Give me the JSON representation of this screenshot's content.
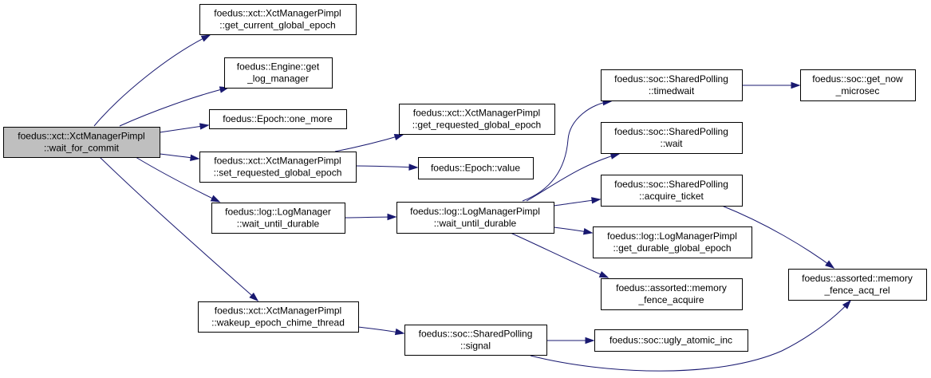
{
  "colors": {
    "edge": "#191970",
    "node_border": "#000000",
    "node_fill": "#ffffff",
    "root_fill": "#bfbfbf"
  },
  "nodes": [
    {
      "id": "wait_for_commit",
      "lines": [
        "foedus::xct::XctManagerPimpl",
        "::wait_for_commit"
      ],
      "root": true
    },
    {
      "id": "get_current_global_epoch",
      "lines": [
        "foedus::xct::XctManagerPimpl",
        "::get_current_global_epoch"
      ]
    },
    {
      "id": "get_log_manager",
      "lines": [
        "foedus::Engine::get",
        "_log_manager"
      ]
    },
    {
      "id": "one_more",
      "lines": [
        "foedus::Epoch::one_more"
      ]
    },
    {
      "id": "set_requested_global_epoch",
      "lines": [
        "foedus::xct::XctManagerPimpl",
        "::set_requested_global_epoch"
      ]
    },
    {
      "id": "logmanager_wait_until_durable",
      "lines": [
        "foedus::log::LogManager",
        "::wait_until_durable"
      ]
    },
    {
      "id": "wakeup_epoch_chime_thread",
      "lines": [
        "foedus::xct::XctManagerPimpl",
        "::wakeup_epoch_chime_thread"
      ]
    },
    {
      "id": "get_requested_global_epoch",
      "lines": [
        "foedus::xct::XctManagerPimpl",
        "::get_requested_global_epoch"
      ]
    },
    {
      "id": "epoch_value",
      "lines": [
        "foedus::Epoch::value"
      ]
    },
    {
      "id": "pimpl_wait_until_durable",
      "lines": [
        "foedus::log::LogManagerPimpl",
        "::wait_until_durable"
      ]
    },
    {
      "id": "signal",
      "lines": [
        "foedus::soc::SharedPolling",
        "::signal"
      ]
    },
    {
      "id": "timedwait",
      "lines": [
        "foedus::soc::SharedPolling",
        "::timedwait"
      ]
    },
    {
      "id": "polling_wait",
      "lines": [
        "foedus::soc::SharedPolling",
        "::wait"
      ]
    },
    {
      "id": "acquire_ticket",
      "lines": [
        "foedus::soc::SharedPolling",
        "::acquire_ticket"
      ]
    },
    {
      "id": "get_durable_global_epoch",
      "lines": [
        "foedus::log::LogManagerPimpl",
        "::get_durable_global_epoch"
      ]
    },
    {
      "id": "memory_fence_acquire",
      "lines": [
        "foedus::assorted::memory",
        "_fence_acquire"
      ]
    },
    {
      "id": "ugly_atomic_inc",
      "lines": [
        "foedus::soc::ugly_atomic_inc"
      ]
    },
    {
      "id": "get_now_microsec",
      "lines": [
        "foedus::soc::get_now",
        "_microsec"
      ]
    },
    {
      "id": "memory_fence_acq_rel",
      "lines": [
        "foedus::assorted::memory",
        "_fence_acq_rel"
      ]
    }
  ],
  "edges": [
    {
      "from": "wait_for_commit",
      "to": "get_current_global_epoch"
    },
    {
      "from": "wait_for_commit",
      "to": "get_log_manager"
    },
    {
      "from": "wait_for_commit",
      "to": "one_more"
    },
    {
      "from": "wait_for_commit",
      "to": "set_requested_global_epoch"
    },
    {
      "from": "wait_for_commit",
      "to": "logmanager_wait_until_durable"
    },
    {
      "from": "wait_for_commit",
      "to": "wakeup_epoch_chime_thread"
    },
    {
      "from": "set_requested_global_epoch",
      "to": "get_requested_global_epoch"
    },
    {
      "from": "set_requested_global_epoch",
      "to": "epoch_value"
    },
    {
      "from": "logmanager_wait_until_durable",
      "to": "pimpl_wait_until_durable"
    },
    {
      "from": "pimpl_wait_until_durable",
      "to": "timedwait"
    },
    {
      "from": "pimpl_wait_until_durable",
      "to": "polling_wait"
    },
    {
      "from": "pimpl_wait_until_durable",
      "to": "acquire_ticket"
    },
    {
      "from": "pimpl_wait_until_durable",
      "to": "get_durable_global_epoch"
    },
    {
      "from": "pimpl_wait_until_durable",
      "to": "memory_fence_acquire"
    },
    {
      "from": "timedwait",
      "to": "get_now_microsec"
    },
    {
      "from": "acquire_ticket",
      "to": "memory_fence_acq_rel"
    },
    {
      "from": "wakeup_epoch_chime_thread",
      "to": "signal"
    },
    {
      "from": "signal",
      "to": "ugly_atomic_inc"
    },
    {
      "from": "signal",
      "to": "memory_fence_acq_rel"
    }
  ]
}
